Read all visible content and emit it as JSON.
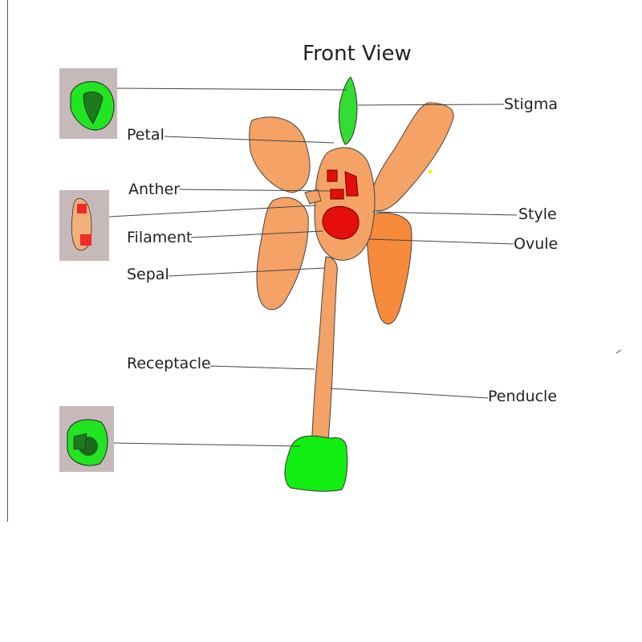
{
  "diagram": {
    "title": "Front View",
    "labels": {
      "petal": "Petal",
      "anther": "Anther",
      "filament": "Filament",
      "sepal": "Sepal",
      "receptacle": "Receptacle",
      "stigma": "Stigma",
      "style": "Style",
      "ovule": "Ovule",
      "penducle": "Penducle"
    }
  },
  "colors": {
    "petal": "#f4a266",
    "petal_dark": "#f58a3a",
    "stigma": "#33dd33",
    "ovary": "#e60d0d",
    "base": "#11ee11",
    "thumb_bg": "#c6b9b9",
    "leader": "#444444"
  },
  "thumbnails": [
    "green-bud-thumbnail",
    "red-section-thumbnail",
    "green-base-thumbnail"
  ]
}
